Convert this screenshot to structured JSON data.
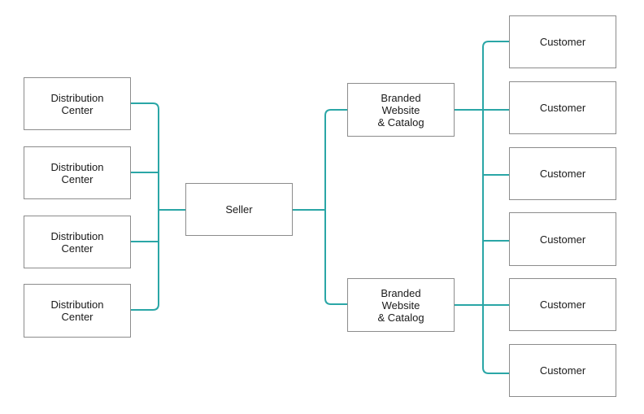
{
  "colors": {
    "connector": "#2aa6a6",
    "box_border": "#8c8c8c",
    "text": "#1a1a1a",
    "background": "#ffffff"
  },
  "nodes": {
    "distribution_centers": [
      "Distribution\nCenter",
      "Distribution\nCenter",
      "Distribution\nCenter",
      "Distribution\nCenter"
    ],
    "seller": "Seller",
    "branded_sites": [
      "Branded\nWebsite\n& Catalog",
      "Branded\nWebsite\n& Catalog"
    ],
    "customers": [
      "Customer",
      "Customer",
      "Customer",
      "Customer",
      "Customer",
      "Customer"
    ]
  }
}
